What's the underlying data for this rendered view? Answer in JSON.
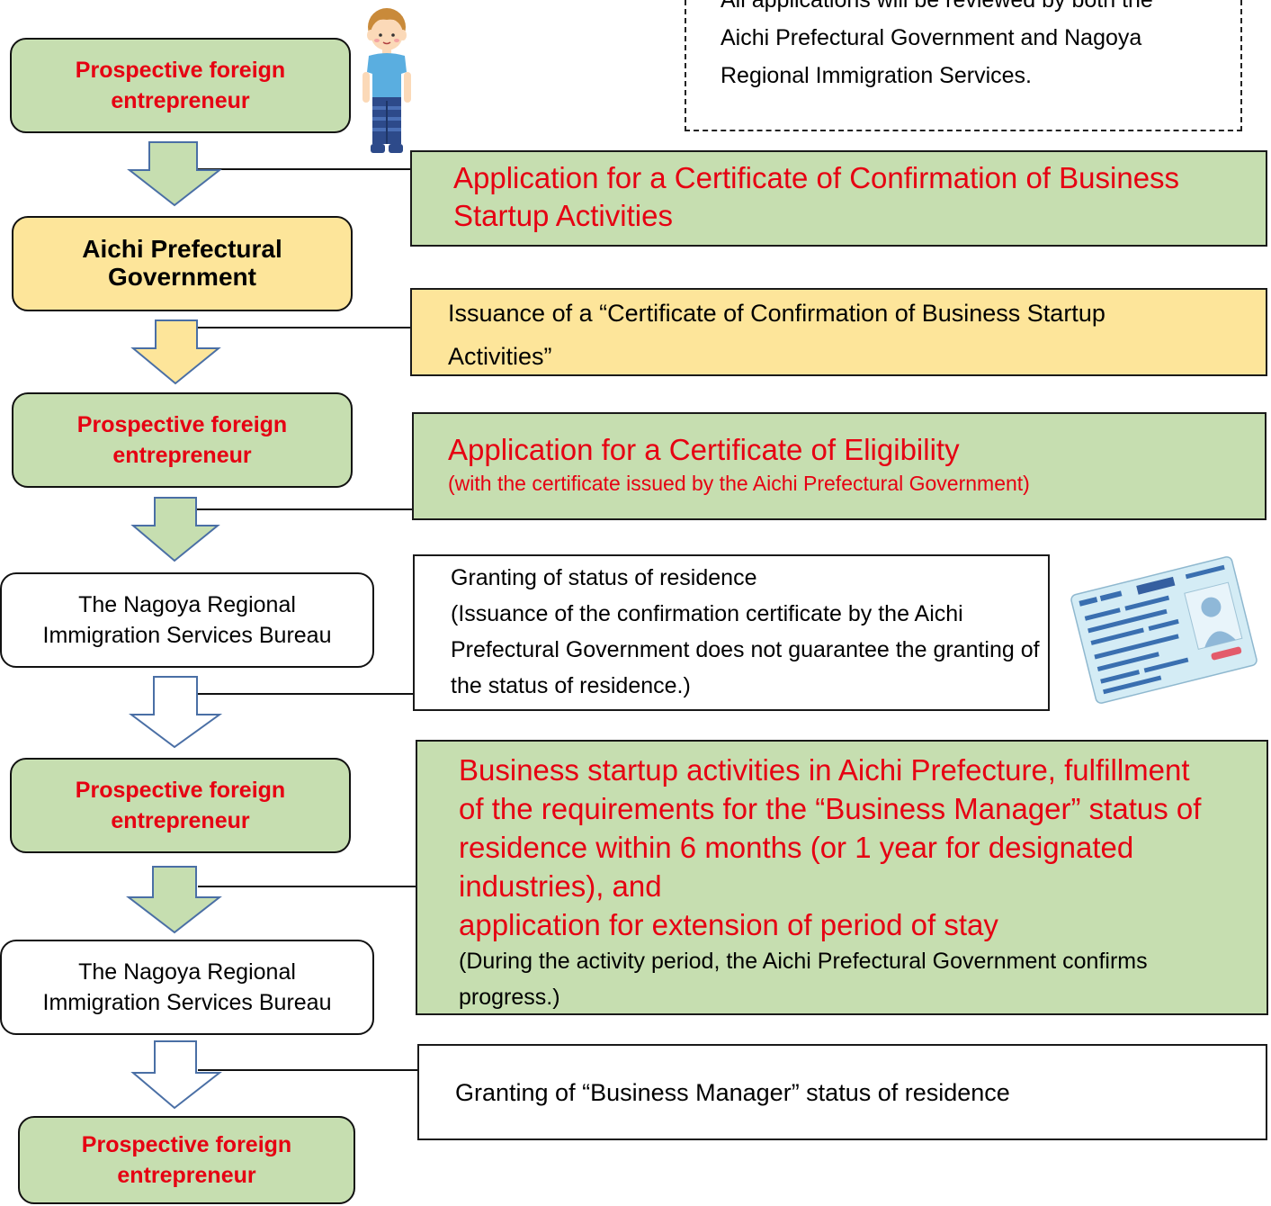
{
  "note": {
    "line1": "All applications will be reviewed by both the",
    "line2": "Aichi Prefectural Government and Nagoya",
    "line3": "Regional Immigration Services."
  },
  "nodes": [
    {
      "text": "Prospective foreign\nentrepreneur",
      "color": "#c6deb0"
    },
    {
      "text": "Aichi Prefectural\nGovernment",
      "color": "#fde59a"
    },
    {
      "text": "Prospective foreign\nentrepreneur",
      "color": "#c6deb0"
    },
    {
      "text": "The Nagoya Regional\nImmigration Services Bureau",
      "color": "#ffffff"
    },
    {
      "text": "Prospective foreign\nentrepreneur",
      "color": "#c6deb0"
    },
    {
      "text": "The Nagoya Regional\nImmigration Services Bureau",
      "color": "#ffffff"
    },
    {
      "text": "Prospective foreign\nentrepreneur",
      "color": "#c6deb0"
    }
  ],
  "steps": [
    {
      "main": "Application for a Certificate of Confirmation of Business Startup Activities"
    },
    {
      "main": "Issuance of a “Certificate of Confirmation of Business Startup Activities”"
    },
    {
      "main": "Application for a Certificate of Eligibility",
      "sub": "(with the certificate issued by the Aichi Prefectural Government)"
    },
    {
      "main": "Granting of status of residence",
      "sub": "(Issuance of the confirmation certificate by the Aichi Prefectural Government does not guarantee the granting of the status of residence.)"
    },
    {
      "main": "Business startup activities in Aichi Prefecture, fulfillment of the requirements for the “Business Manager” status of residence within 6 months (or 1 year for designated industries), and",
      "main2": "application for extension of period of stay",
      "sub": "(During the activity period, the Aichi Prefectural Government confirms progress.)"
    },
    {
      "main": "Granting of “Business Manager” status of residence"
    }
  ],
  "colors": {
    "green": "#c6deb0",
    "yellow": "#fde59a",
    "red_text": "#e60012",
    "arrow_stroke": "#4a6fa5"
  },
  "icons": {
    "person": "person-illustration",
    "card": "residence-card-illustration"
  }
}
